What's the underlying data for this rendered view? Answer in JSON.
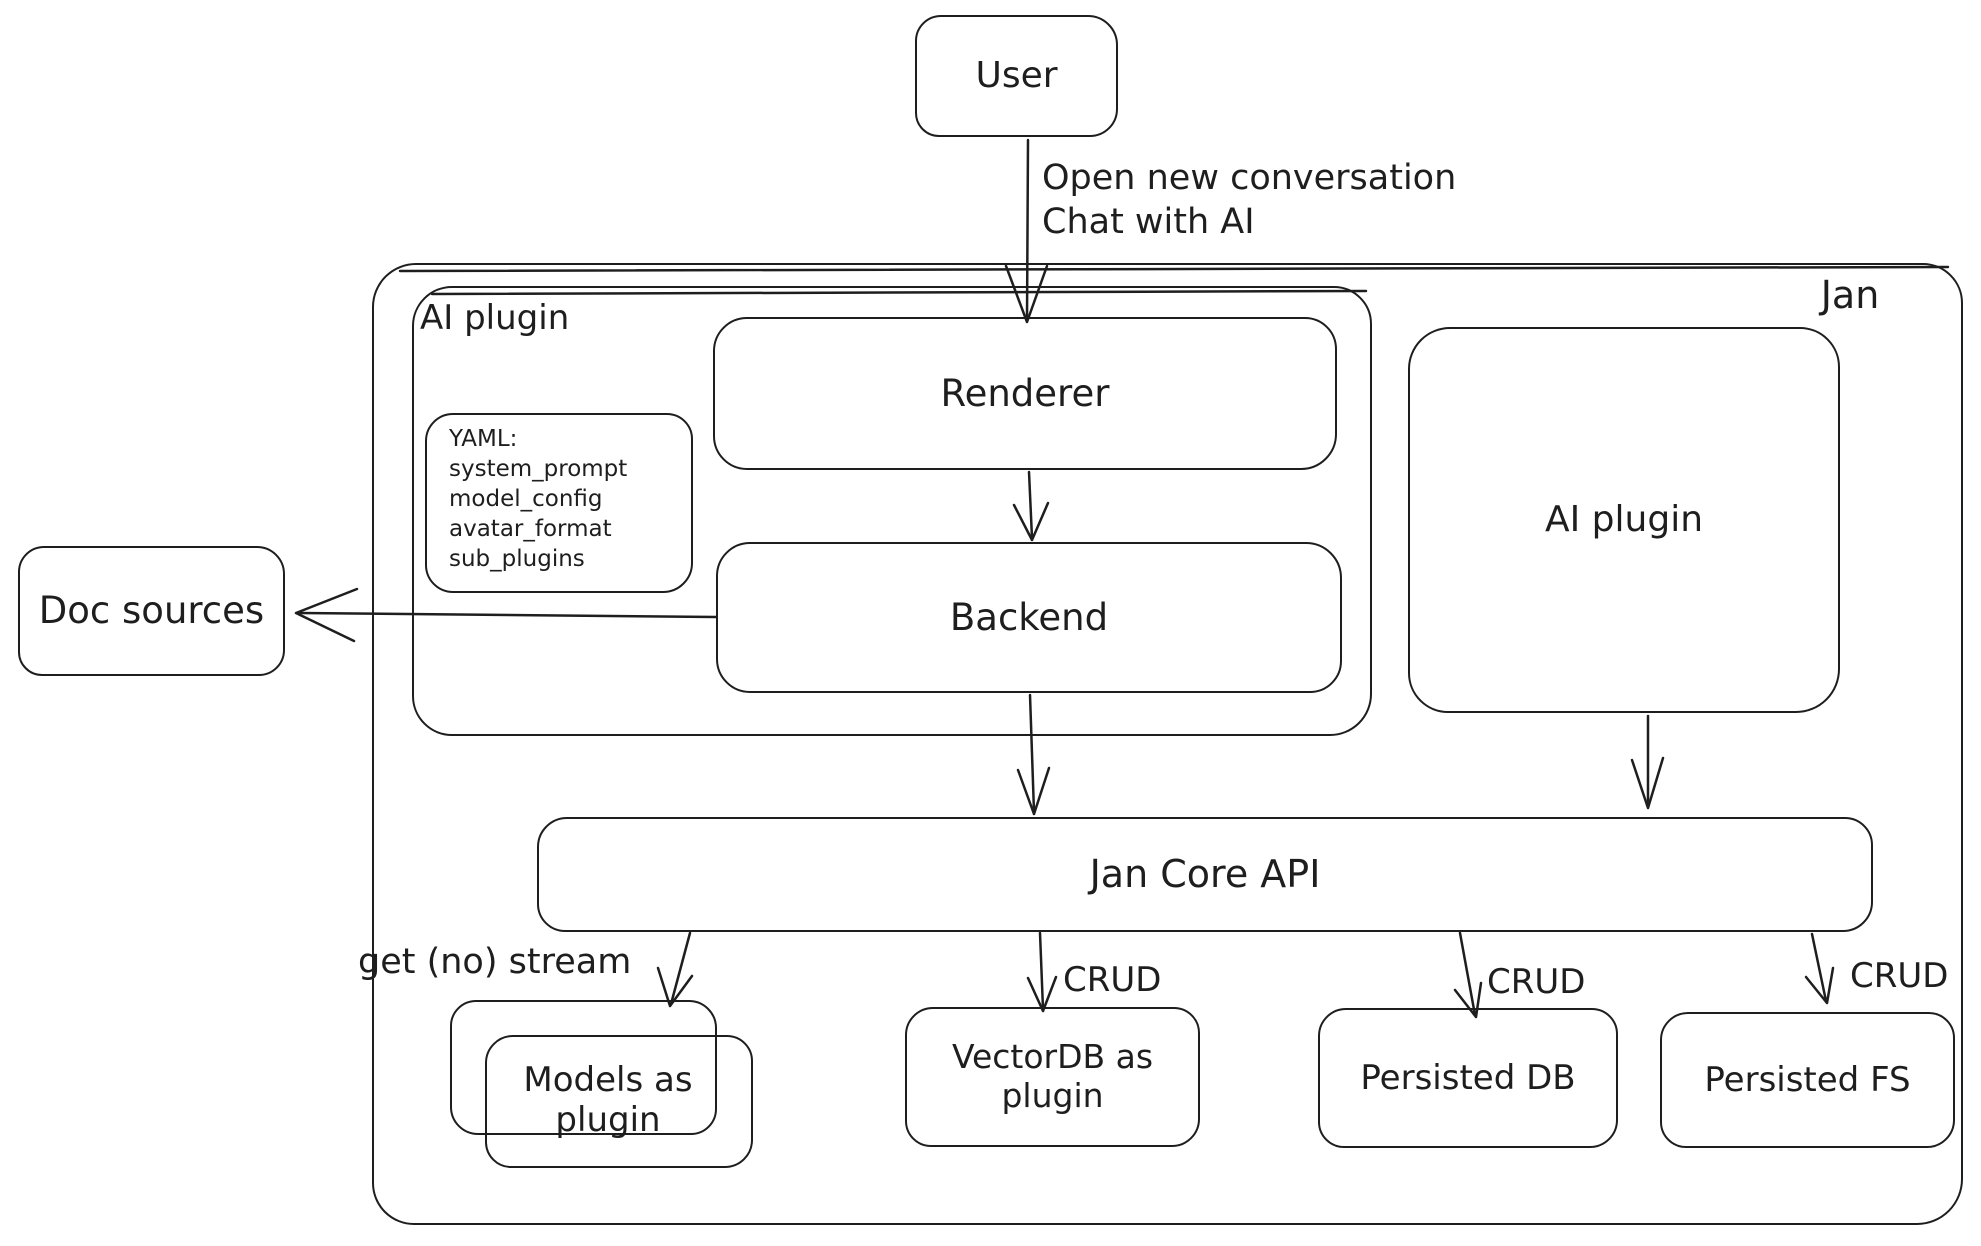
{
  "diagram": {
    "background": "#ffffff",
    "stroke_color": "#1e1e1e",
    "nodes": {
      "user": {
        "label": "User"
      },
      "jan": {
        "label": "Jan"
      },
      "ai_plugin_group": {
        "label": "AI plugin"
      },
      "yaml_note": {
        "title": "YAML:",
        "lines": [
          "system_prompt",
          "model_config",
          "avatar_format",
          "sub_plugins"
        ]
      },
      "renderer": {
        "label": "Renderer"
      },
      "backend": {
        "label": "Backend"
      },
      "ai_plugin_right": {
        "label": "AI plugin"
      },
      "doc_sources": {
        "label": "Doc sources"
      },
      "jan_core_api": {
        "label": "Jan Core API"
      },
      "models_plugin": {
        "label": "Models as plugin"
      },
      "vectordb_plugin": {
        "label": "VectorDB as plugin"
      },
      "persisted_db": {
        "label": "Persisted DB"
      },
      "persisted_fs": {
        "label": "Persisted FS"
      }
    },
    "edge_labels": {
      "user_to_renderer": {
        "lines": [
          "Open new conversation",
          "Chat with AI"
        ]
      },
      "api_to_models": {
        "label": "get (no) stream"
      },
      "api_to_vectordb": {
        "label": "CRUD"
      },
      "api_to_persisted_db": {
        "label": "CRUD"
      },
      "api_to_persisted_fs": {
        "label": "CRUD"
      }
    }
  }
}
